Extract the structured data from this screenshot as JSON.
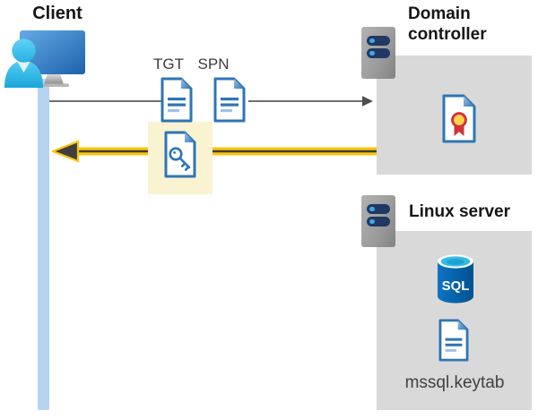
{
  "client": {
    "label": "Client",
    "icon": "user-workstation-icon"
  },
  "request_flow": {
    "tgt_label": "TGT",
    "spn_label": "SPN",
    "tgt_icon": "document-icon",
    "spn_icon": "document-icon",
    "arrow": {
      "icon": "right-arrow",
      "direction": "right",
      "color": "#58595B"
    }
  },
  "response_flow": {
    "ticket_icon": "key-document-icon",
    "arrow": {
      "icon": "left-arrow",
      "direction": "left",
      "casing_color": "#FFC40C",
      "core_color": "#3F3F3F"
    },
    "highlight_color": "#FAF3D1"
  },
  "domain_controller": {
    "label": "Domain controller",
    "server_icon": "server-icon",
    "content_icon": "certificate-icon"
  },
  "linux_server": {
    "label": "Linux server",
    "server_icon": "server-icon",
    "database_icon": "sql-database-icon",
    "database_text": "SQL",
    "keytab_icon": "document-icon",
    "keytab_label": "mssql.keytab"
  },
  "colors": {
    "panel_gray": "#D9D9D9",
    "lifeline_blue": "#B4D4F2",
    "document_blue": "#2E75B6",
    "document_line_light": "#9DC3E6",
    "accent_yellow": "#FFC40C",
    "highlight_background": "#FAF3D1",
    "arrow_gray": "#58595B",
    "server_bar_navy": "#1F3864",
    "server_dot_blue": "#41A8DE",
    "sql_body_blue": "#0A6FC2",
    "sql_top_cyan": "#35BBE4",
    "ribbon_red": "#D13438",
    "ribbon_gold": "#FFD34D",
    "monitor_blue": "#2E75B6",
    "person_cyan": "#27B2E2",
    "text_dark": "#161616",
    "text_gray": "#3B3B3B"
  }
}
